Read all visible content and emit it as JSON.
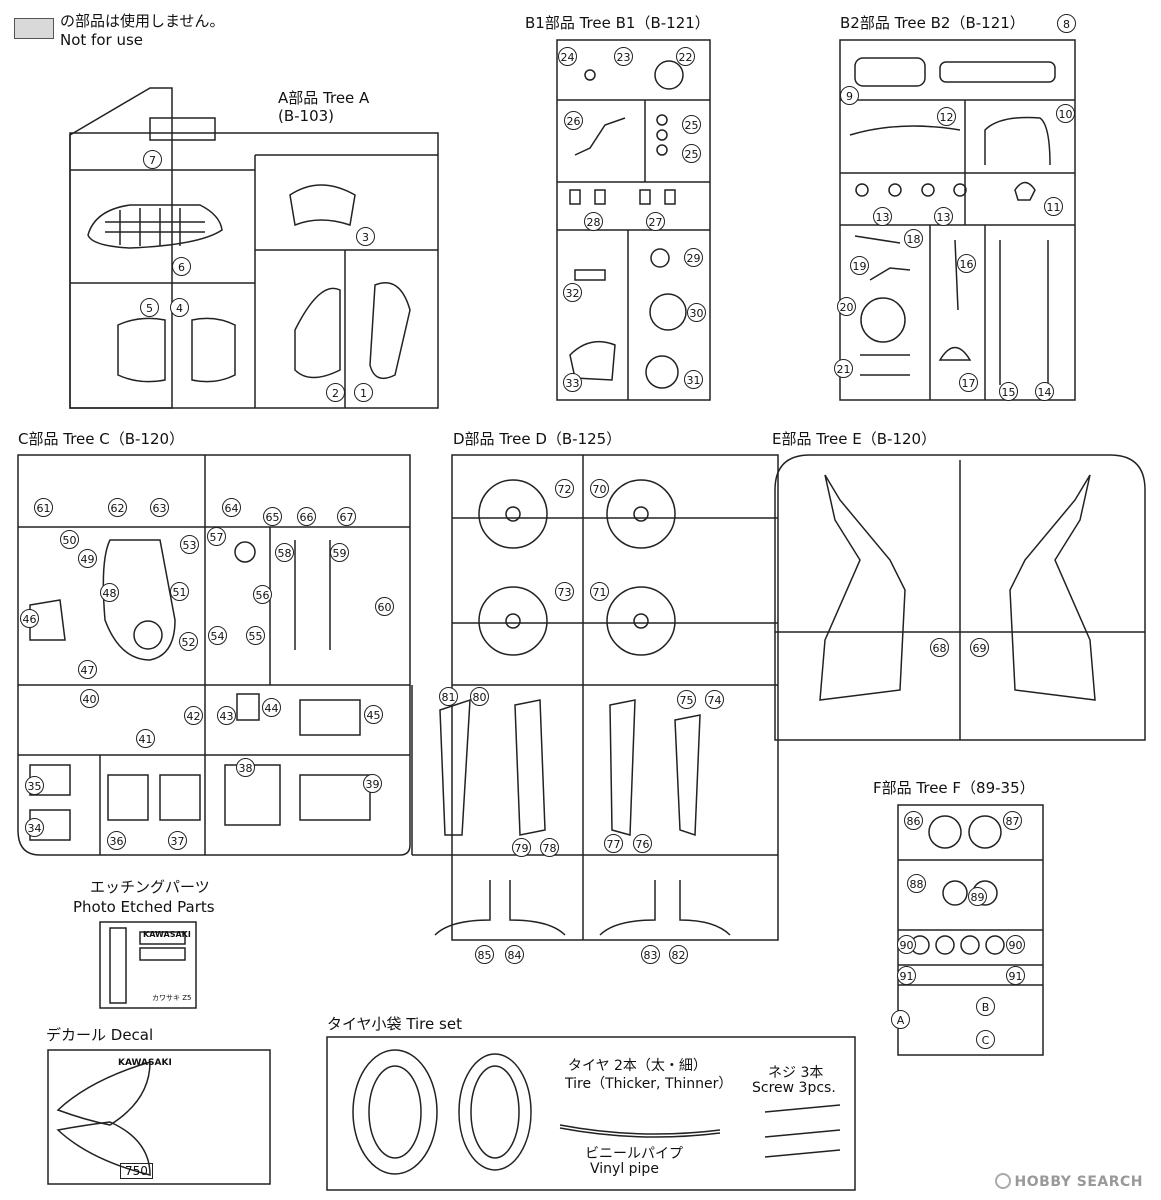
{
  "legend": {
    "line1": "の部品は使用しません。",
    "line2": "Not for use"
  },
  "trees": {
    "a": {
      "title": "A部品 Tree A",
      "code": "(B-103)",
      "parts": [
        "7",
        "6",
        "3",
        "5",
        "4",
        "2",
        "1"
      ]
    },
    "b1": {
      "title": "B1部品 Tree B1（B-121）",
      "parts": [
        "24",
        "23",
        "22",
        "26",
        "25",
        "25",
        "28",
        "27",
        "29",
        "32",
        "30",
        "33",
        "31"
      ]
    },
    "b2": {
      "title": "B2部品 Tree B2（B-121）",
      "parts": [
        "8",
        "9",
        "12",
        "10",
        "13",
        "13",
        "11",
        "18",
        "19",
        "16",
        "20",
        "21",
        "17",
        "15",
        "14"
      ]
    },
    "c": {
      "title": "C部品 Tree C（B-120）",
      "parts": [
        "61",
        "62",
        "63",
        "64",
        "65",
        "66",
        "67",
        "50",
        "49",
        "53",
        "57",
        "58",
        "59",
        "48",
        "51",
        "56",
        "60",
        "46",
        "52",
        "54",
        "55",
        "47",
        "40",
        "42",
        "43",
        "44",
        "45",
        "41",
        "38",
        "35",
        "39",
        "34",
        "36",
        "37"
      ]
    },
    "d": {
      "title": "D部品 Tree D（B-125）",
      "parts": [
        "72",
        "70",
        "73",
        "71",
        "81",
        "80",
        "75",
        "74",
        "79",
        "78",
        "77",
        "76",
        "85",
        "84",
        "83",
        "82"
      ]
    },
    "e": {
      "title": "E部品 Tree E（B-120）",
      "parts": [
        "68",
        "69"
      ]
    },
    "f": {
      "title": "F部品 Tree F（89-35）",
      "parts": [
        "86",
        "87",
        "88",
        "89",
        "90",
        "90",
        "91",
        "91",
        "A",
        "B",
        "C"
      ]
    }
  },
  "etched": {
    "title_jp": "エッチングパーツ",
    "title_en": "Photo Etched Parts",
    "plate_text": "KAWASAKI",
    "plate_text_small": "カワサキ Z5"
  },
  "decal": {
    "title": "デカール Decal",
    "brand": "KAWASAKI",
    "number": "750"
  },
  "tireset": {
    "title": "タイヤ小袋 Tire set",
    "tire_jp": "タイヤ 2本（太・細）",
    "tire_en": "Tire（Thicker, Thinner）",
    "pipe_jp": "ビニールパイプ",
    "pipe_en": "Vinyl pipe",
    "screw_jp": "ネジ 3本",
    "screw_en": "Screw 3pcs."
  },
  "watermark": "HOBBY SEARCH"
}
